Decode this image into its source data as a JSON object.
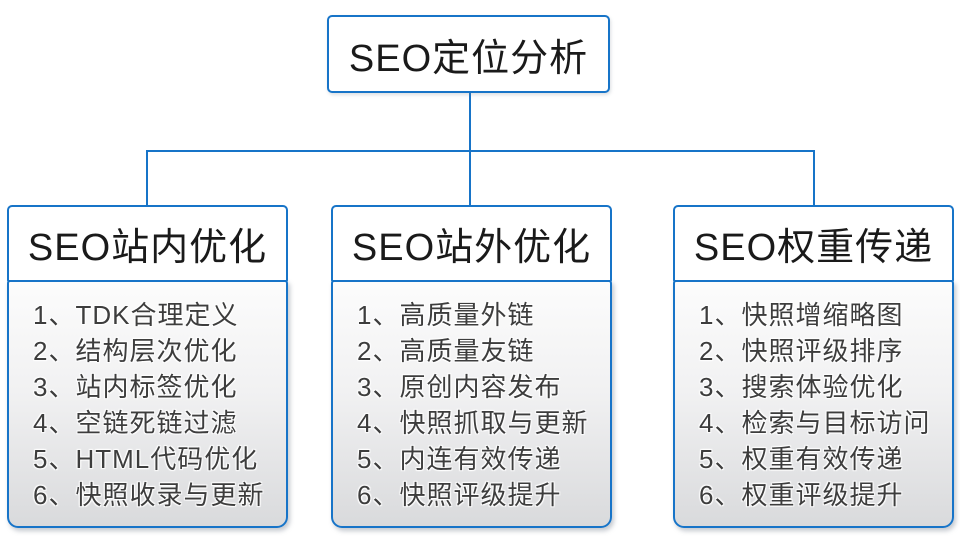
{
  "root": {
    "label": "SEO定位分析"
  },
  "columns": [
    {
      "title": "SEO站内优化",
      "items": [
        "1、TDK合理定义",
        "2、结构层次优化",
        "3、站内标签优化",
        "4、空链死链过滤",
        "5、HTML代码优化",
        "6、快照收录与更新"
      ]
    },
    {
      "title": "SEO站外优化",
      "items": [
        "1、高质量外链",
        "2、高质量友链",
        "3、原创内容发布",
        "4、快照抓取与更新",
        "5、内连有效传递",
        "6、快照评级提升"
      ]
    },
    {
      "title": "SEO权重传递",
      "items": [
        "1、快照增缩略图",
        "2、快照评级排序",
        "3、搜索体验优化",
        "4、检索与目标访问",
        "5、权重有效传递",
        "6、权重评级提升"
      ]
    }
  ],
  "colors": {
    "accent_blue": "#1774c8",
    "header_text": "#1a1a1a",
    "list_text": "#3d3d3d",
    "list_bg_top": "#fcfcfc",
    "list_bg_bottom": "#d9dadc"
  }
}
